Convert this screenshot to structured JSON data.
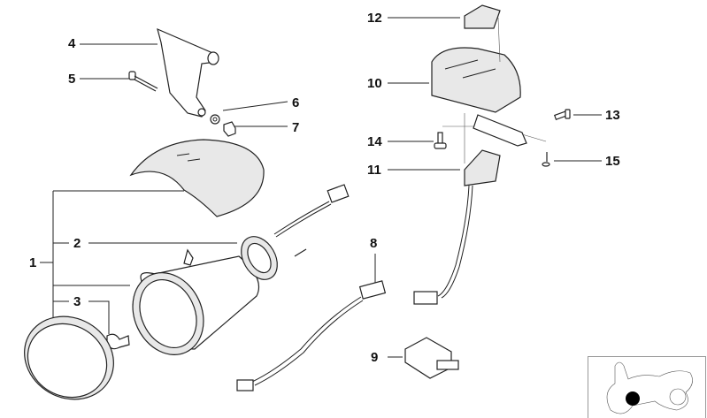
{
  "diagram": {
    "type": "exploded-parts-diagram",
    "callouts": [
      {
        "id": "1",
        "label": "1"
      },
      {
        "id": "2",
        "label": "2"
      },
      {
        "id": "3",
        "label": "3"
      },
      {
        "id": "4",
        "label": "4"
      },
      {
        "id": "5",
        "label": "5"
      },
      {
        "id": "6",
        "label": "6"
      },
      {
        "id": "7",
        "label": "7"
      },
      {
        "id": "8",
        "label": "8"
      },
      {
        "id": "9",
        "label": "9"
      },
      {
        "id": "10",
        "label": "10"
      },
      {
        "id": "11",
        "label": "11"
      },
      {
        "id": "12",
        "label": "12"
      },
      {
        "id": "13",
        "label": "13"
      },
      {
        "id": "14",
        "label": "14"
      },
      {
        "id": "15",
        "label": "15"
      }
    ],
    "colors": {
      "line": "#222222",
      "marker": "#000000",
      "background": "#ffffff"
    }
  }
}
